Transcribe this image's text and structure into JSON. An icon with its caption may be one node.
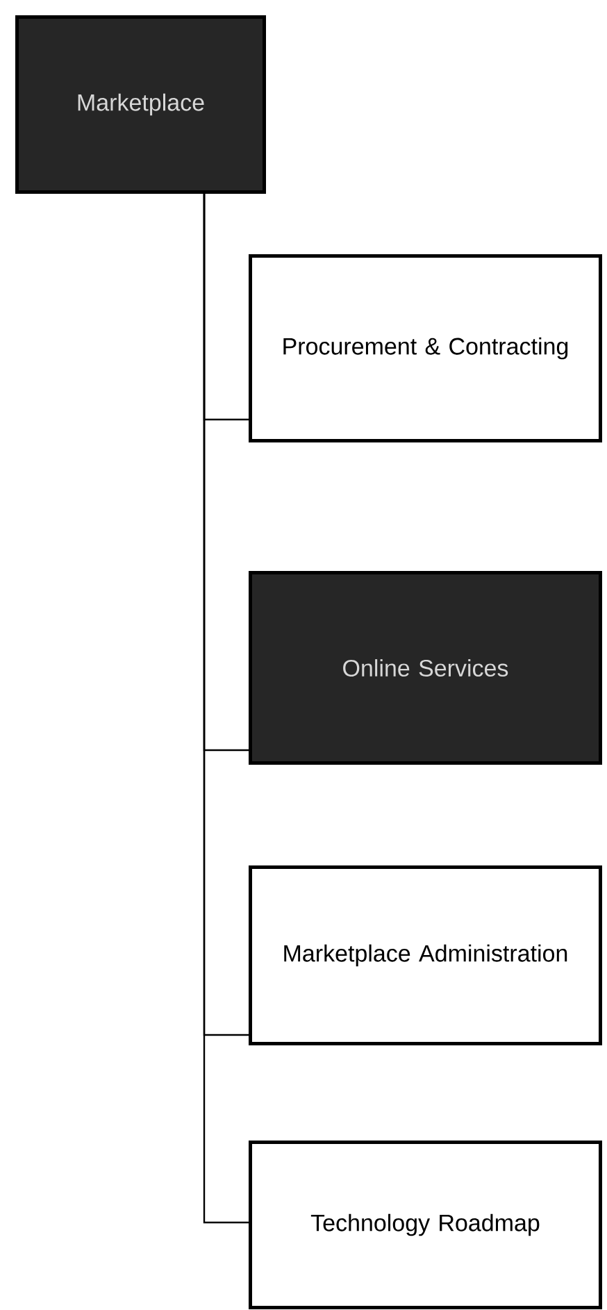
{
  "diagram": {
    "nodes": [
      {
        "text": [
          "Marketplace"
        ]
      },
      {
        "text": [
          "Procurement & Contracting"
        ]
      },
      {
        "text": [
          "Online Services"
        ]
      },
      {
        "text": [
          "Marketplace Administration"
        ]
      },
      {
        "text": [
          "Technology Roadmap"
        ]
      }
    ],
    "edges": [
      {
        "from": 0,
        "to": 1,
        "arrow": "none"
      },
      {
        "from": 0,
        "to": 2,
        "arrow": "none"
      },
      {
        "from": 0,
        "to": 3,
        "arrow": "none"
      },
      {
        "from": 0,
        "to": 4,
        "arrow": "none"
      }
    ]
  }
}
